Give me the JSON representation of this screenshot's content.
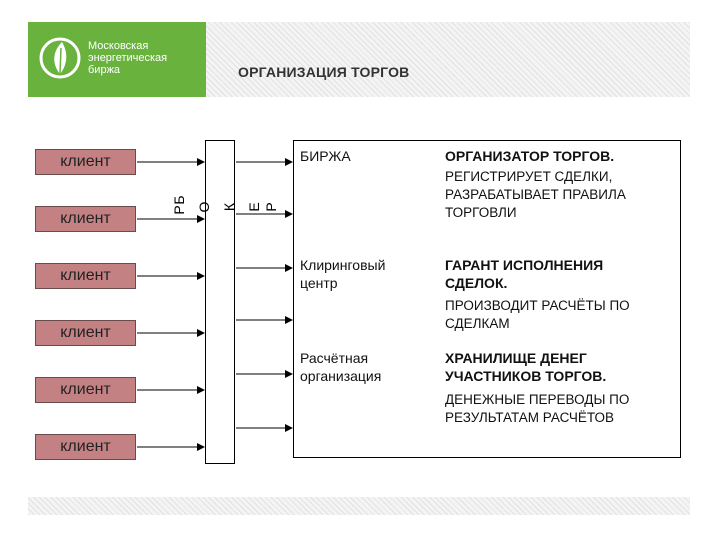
{
  "logo": {
    "line1": "Московская",
    "line2": "энергетическая",
    "line3": "биржа",
    "color": "#6ab23e"
  },
  "title": "ОРГАНИЗАЦИЯ ТОРГОВ",
  "clients": [
    "клиент",
    "клиент",
    "клиент",
    "клиент",
    "клиент",
    "клиент"
  ],
  "broker": {
    "letters": [
      "Б",
      "Р",
      "О",
      "К",
      "Е",
      "Р"
    ]
  },
  "entities": [
    {
      "label_lines": [
        "БИРЖА"
      ],
      "role_lines": [
        "ОРГАНИЗАТОР ТОРГОВ."
      ],
      "desc_lines": [
        "РЕГИСТРИРУЕТ СДЕЛКИ,",
        "РАЗРАБАТЫВАЕТ ПРАВИЛА",
        "ТОРГОВЛИ"
      ]
    },
    {
      "label_lines": [
        "Клиринговый",
        "центр"
      ],
      "role_lines": [
        "ГАРАНТ ИСПОЛНЕНИЯ",
        "СДЕЛОК."
      ],
      "desc_lines": [
        "ПРОИЗВОДИТ РАСЧЁТЫ ПО",
        "СДЕЛКАМ"
      ]
    },
    {
      "label_lines": [
        "Расчётная",
        "организация"
      ],
      "role_lines": [
        "ХРАНИЛИЩЕ ДЕНЕГ",
        "УЧАСТНИКОВ ТОРГОВ."
      ],
      "desc_lines": [
        "ДЕНЕЖНЫЕ ПЕРЕВОДЫ ПО",
        "РЕЗУЛЬТАТАМ РАСЧЁТОВ"
      ]
    }
  ]
}
